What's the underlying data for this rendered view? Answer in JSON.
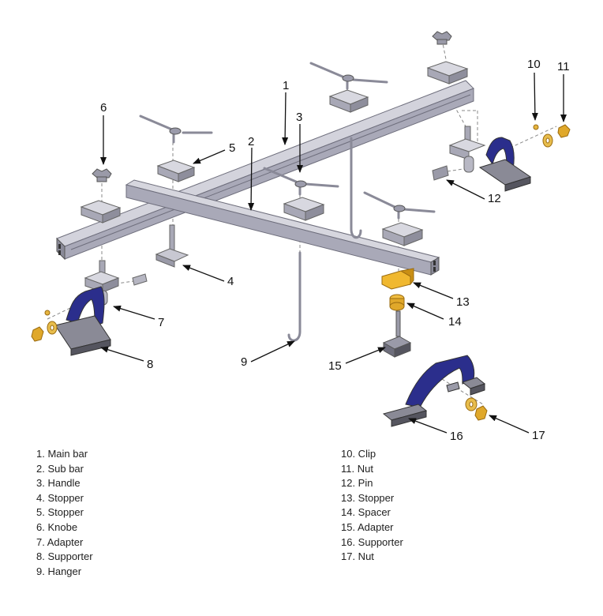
{
  "callouts": [
    "1",
    "2",
    "3",
    "4",
    "5",
    "6",
    "7",
    "8",
    "9",
    "10",
    "11",
    "12",
    "13",
    "14",
    "15",
    "16",
    "17"
  ],
  "legend_left": [
    "1. Main bar",
    "2. Sub bar",
    "3. Handle",
    "4. Stopper",
    "5. Stopper",
    "6. Knobe",
    "7. Adapter",
    "8. Supporter",
    "9. Hanger"
  ],
  "legend_right": [
    "10. Clip",
    "11. Nut",
    "12. Pin",
    "13. Stopper",
    "14. Spacer",
    "15. Adapter",
    "16. Supporter",
    "17. Nut"
  ],
  "colors": {
    "bar": "#b4b4c2",
    "bar_dark": "#7d7d8c",
    "supporter": "#2b2e8c",
    "base": "#55555f",
    "brass": "#e0a82a",
    "arrow": "#111111"
  }
}
